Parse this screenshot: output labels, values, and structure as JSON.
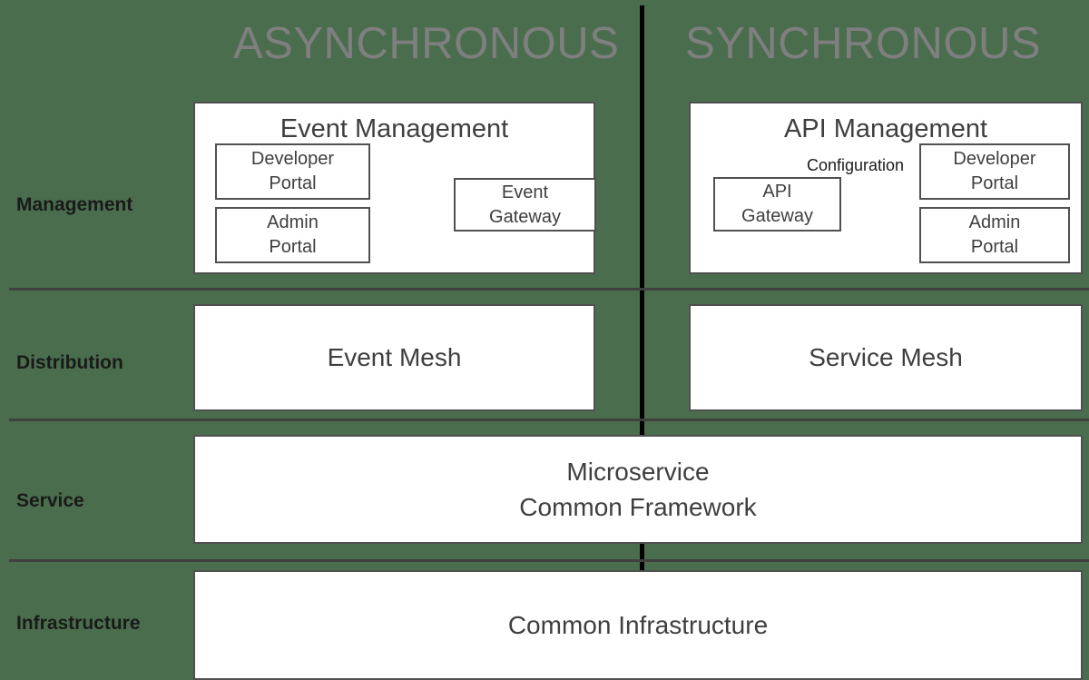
{
  "diagram": {
    "background_color": "#4a6e4d",
    "columns": [
      {
        "id": "async",
        "title": "ASYNCHRONOUS"
      },
      {
        "id": "sync",
        "title": "SYNCHRONOUS"
      }
    ],
    "rows": [
      {
        "id": "management",
        "label": "Management"
      },
      {
        "id": "distribution",
        "label": "Distribution"
      },
      {
        "id": "service",
        "label": "Service"
      },
      {
        "id": "infrastructure",
        "label": "Infrastructure"
      }
    ],
    "management": {
      "async": {
        "title": "Event Management",
        "boxes": [
          {
            "id": "developer-portal",
            "label": "Developer\nPortal"
          },
          {
            "id": "admin-portal",
            "label": "Admin\nPortal"
          },
          {
            "id": "event-gateway",
            "label": "Event\nGateway"
          }
        ]
      },
      "sync": {
        "title": "API Management",
        "configuration_label": "Configuration",
        "boxes": [
          {
            "id": "api-gateway",
            "label": "API\nGateway"
          },
          {
            "id": "developer-portal",
            "label": "Developer\nPortal"
          },
          {
            "id": "admin-portal",
            "label": "Admin\nPortal"
          }
        ]
      }
    },
    "distribution": {
      "async": {
        "label": "Event Mesh"
      },
      "sync": {
        "label": "Service Mesh"
      }
    },
    "service": {
      "label": "Microservice\nCommon Framework"
    },
    "infrastructure": {
      "label": "Common Infrastructure"
    },
    "colors": {
      "background": "#4a6e4d",
      "header_text": "#7f7f7f",
      "box_border": "#505050",
      "box_fill": "#ffffff",
      "box_text": "#3f3f3f",
      "row_label_text": "#1a1a1a",
      "row_divider": "#404040",
      "column_divider": "#000000"
    }
  }
}
